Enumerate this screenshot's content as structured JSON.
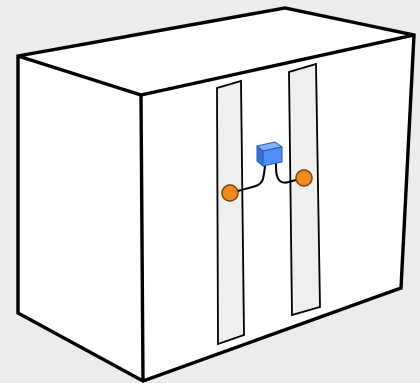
{
  "diagram": {
    "background_color": "#ececec",
    "cabinet": {
      "fill_color": "#ffffff",
      "stroke_color": "#000000"
    },
    "rails": {
      "count": 2,
      "fill_color": "#efefef",
      "stroke_color": "#000000"
    },
    "connectors": {
      "count": 2,
      "fill_color": "#f08a1c",
      "stroke_color": "#7a4306",
      "icon": "orange-circle-connector-icon"
    },
    "center_device": {
      "icon": "blue-cube-device-icon",
      "front_color": "#4f8ff7",
      "top_color": "#82b3ff",
      "side_color": "#3f72d8"
    },
    "cables": {
      "count": 2,
      "stroke_color": "#000000"
    }
  }
}
